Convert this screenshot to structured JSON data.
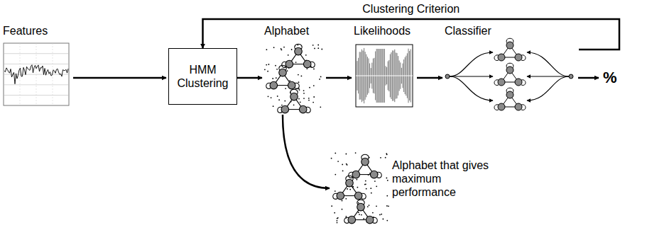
{
  "diagram": {
    "nodes": [
      {
        "text": [
          "Features"
        ]
      },
      {
        "text": [
          "HMM Clustering"
        ]
      },
      {
        "text": [
          "Alphabet"
        ]
      },
      {
        "text": [
          "Likelihoods"
        ]
      },
      {
        "text": [
          "Classifier"
        ]
      },
      {
        "text": [
          "Alphabet that gives maximum performance"
        ]
      }
    ],
    "edges": [
      {
        "from": 0,
        "to": 1,
        "arrow": "to"
      },
      {
        "from": 1,
        "to": 2,
        "arrow": "to"
      },
      {
        "from": 2,
        "to": 3,
        "arrow": "to"
      },
      {
        "from": 3,
        "to": 4,
        "arrow": "to"
      },
      {
        "from": 4,
        "to": 1,
        "label": "Clustering Criterion",
        "arrow": "to"
      },
      {
        "from": 2,
        "to": 5,
        "arrow": "to"
      }
    ],
    "labels": [
      "%"
    ]
  }
}
